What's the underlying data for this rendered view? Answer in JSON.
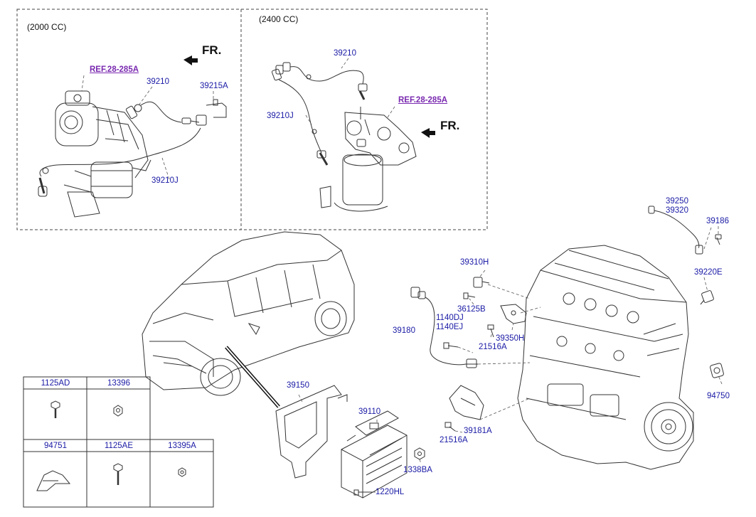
{
  "sections": {
    "cc2000": "(2000 CC)",
    "cc2400": "(2400 CC)"
  },
  "fr": {
    "left": "FR.",
    "right": "FR."
  },
  "refs": {
    "left": "REF.28-285A",
    "right": "REF.28-285A"
  },
  "parts": {
    "p39210_a": "39210",
    "p39215A": "39215A",
    "p39210J_a": "39210J",
    "p39210_b": "39210",
    "p39210J_b": "39210J",
    "p39250": "39250",
    "p39320": "39320",
    "p39186": "39186",
    "p39220E": "39220E",
    "p39310H": "39310H",
    "p36125B": "36125B",
    "p1140DJ": "1140DJ",
    "p1140EJ": "1140EJ",
    "p39180": "39180",
    "p39350H": "39350H",
    "p21516A_a": "21516A",
    "p94750": "94750",
    "p39181A": "39181A",
    "p21516A_b": "21516A",
    "p39150": "39150",
    "p39110": "39110",
    "p1338BA": "1338BA",
    "p1220HL": "1220HL"
  },
  "table": {
    "row1": [
      "1125AD",
      "13396"
    ],
    "row2": [
      "94751",
      "1125AE",
      "13395A"
    ]
  }
}
